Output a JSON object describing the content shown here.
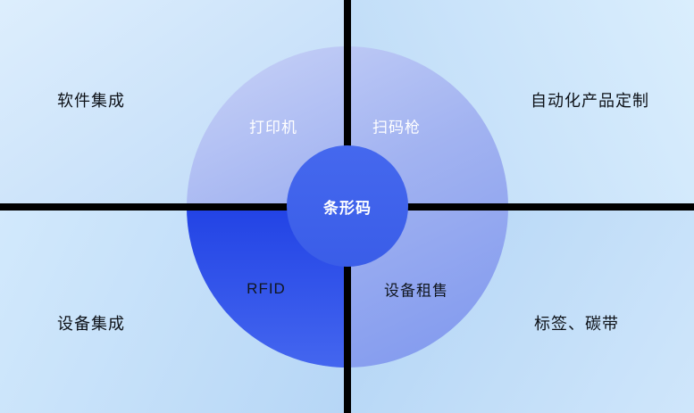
{
  "diagram": {
    "center": {
      "label": "条形码"
    },
    "segments": {
      "top_left": "打印机",
      "top_right": "扫码枪",
      "bottom_left": "RFID",
      "bottom_right": "设备租售"
    },
    "corners": {
      "top_left": "软件集成",
      "top_right": "自动化产品定制",
      "bottom_left": "设备集成",
      "bottom_right": "标签、碳带"
    },
    "colors": {
      "divider": "#000000",
      "center_circle": "#3d62e9",
      "circle_soft": "#9fb1f1",
      "circle_accent": "#2f52e9",
      "background_tint": "#cbe3fa",
      "light_text": "#ffffff",
      "dark_text": "#10161f"
    }
  }
}
